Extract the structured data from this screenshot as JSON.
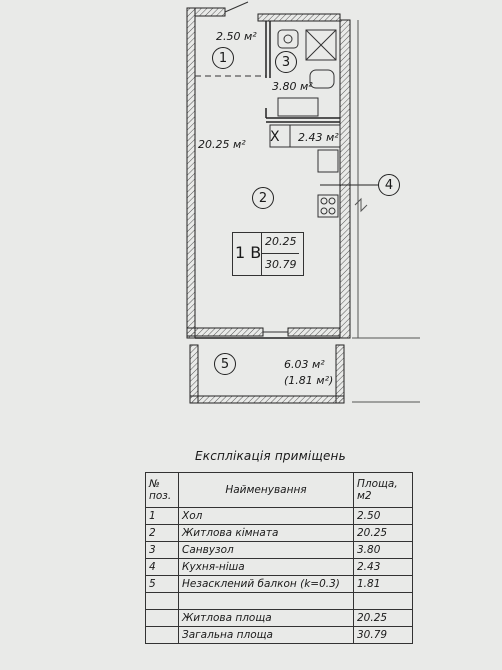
{
  "plan": {
    "rooms": [
      {
        "num": "1",
        "area": "2.50 м²"
      },
      {
        "num": "2",
        "area": "20.25 м²"
      },
      {
        "num": "3",
        "area": "3.80 м²"
      },
      {
        "num": "4",
        "area": "2.43 м²"
      },
      {
        "num": "5",
        "area": "6.03 м²",
        "sub_area": "(1.81 м²)"
      }
    ],
    "kitchen_mark": "X",
    "unit_label": {
      "code": "1 B",
      "living_area": "20.25",
      "total_area": "30.79"
    }
  },
  "table": {
    "title": "Експлікація приміщень",
    "headers": {
      "pos": "№ поз.",
      "name": "Найменування",
      "area": "Площа, м2"
    },
    "rows": [
      {
        "pos": "1",
        "name": "Хол",
        "area": "2.50"
      },
      {
        "pos": "2",
        "name": "Житлова кімната",
        "area": "20.25"
      },
      {
        "pos": "3",
        "name": "Санвузол",
        "area": "3.80"
      },
      {
        "pos": "4",
        "name": "Кухня-ніша",
        "area": "2.43"
      },
      {
        "pos": "5",
        "name": "Незасклений балкон (k=0.3)",
        "area": "1.81"
      }
    ],
    "summary": [
      {
        "name": "Житлова площа",
        "area": "20.25"
      },
      {
        "name": "Загальна площа",
        "area": "30.79"
      }
    ]
  }
}
